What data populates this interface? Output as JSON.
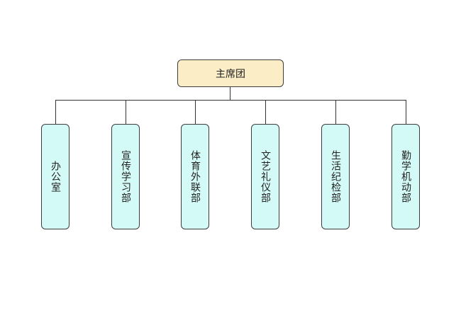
{
  "org_chart": {
    "root": {
      "label": "主席团",
      "fill": "#fbeec6"
    },
    "departments": [
      {
        "label": "办公室"
      },
      {
        "label": "宣传学习部"
      },
      {
        "label": "体育外联部"
      },
      {
        "label": "文艺礼仪部"
      },
      {
        "label": "生活纪检部"
      },
      {
        "label": "勤学机动部"
      }
    ],
    "department_fill": "#d4faf7",
    "line_color": "#333333"
  }
}
